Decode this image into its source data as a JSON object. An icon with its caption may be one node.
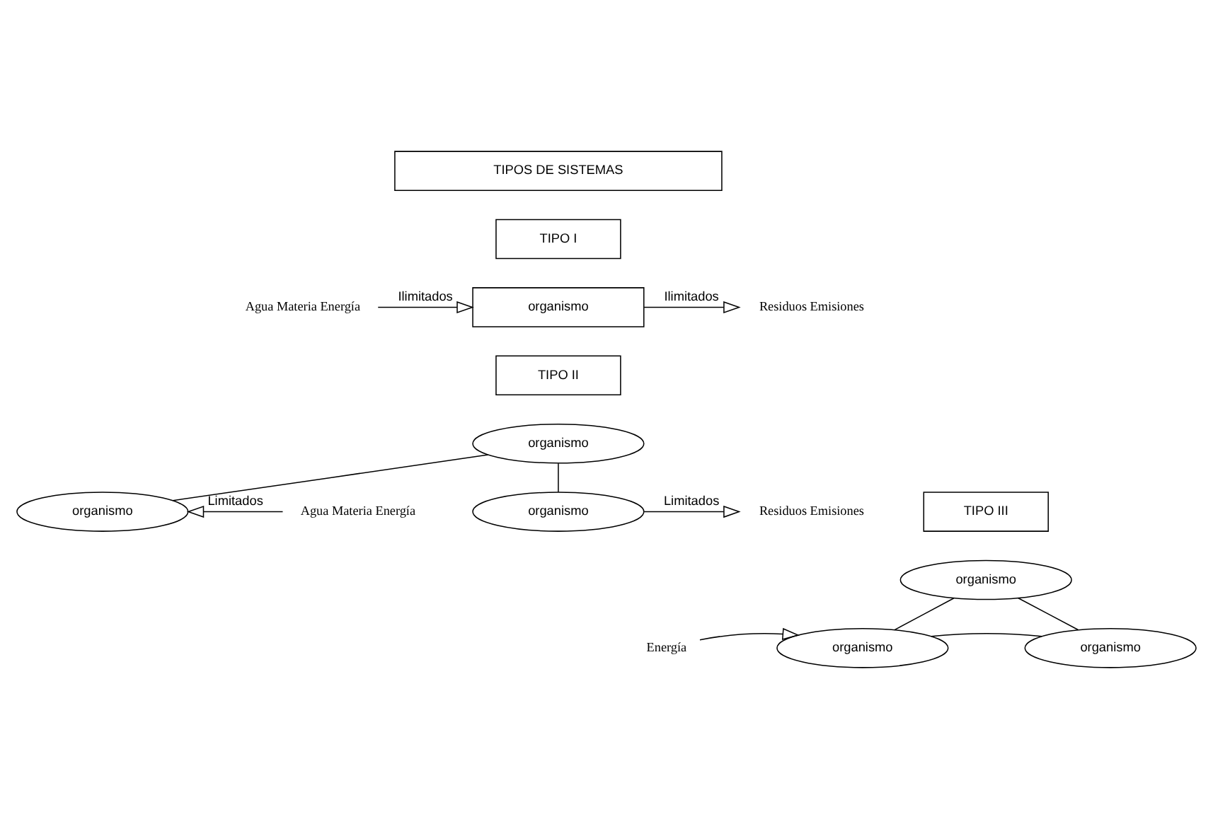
{
  "diagram": {
    "nodes": [
      {
        "text": [
          "TIPOS DE SISTEMAS"
        ]
      },
      {
        "text": [
          "TIPO I"
        ]
      },
      {
        "text": [
          "Agua Materia Energía"
        ]
      },
      {
        "text": [
          "organismo"
        ]
      },
      {
        "text": [
          "Residuos Emisiones"
        ]
      },
      {
        "text": [
          "TIPO II"
        ]
      },
      {
        "text": [
          "Agua Materia Energía"
        ]
      },
      {
        "text": [
          "organismo"
        ]
      },
      {
        "text": [
          "organismo"
        ]
      },
      {
        "text": [
          "organismo"
        ]
      },
      {
        "text": [
          "Residuos Emisiones"
        ]
      },
      {
        "text": [
          "TIPO III"
        ]
      },
      {
        "text": [
          "Energía"
        ]
      },
      {
        "text": [
          "organismo"
        ]
      },
      {
        "text": [
          "organismo"
        ]
      },
      {
        "text": [
          "organismo"
        ]
      }
    ],
    "edges": [
      {
        "from": 2,
        "to": 3,
        "arrow": "to",
        "label": "Ilimitados"
      },
      {
        "from": 3,
        "to": 4,
        "arrow": "to",
        "label": "Ilimitados"
      },
      {
        "from": 6,
        "to": 8,
        "arrow": "to",
        "label": "Limitados"
      },
      {
        "from": 7,
        "to": 8,
        "arrow": "none"
      },
      {
        "from": 7,
        "to": 9,
        "arrow": "none"
      },
      {
        "from": 9,
        "to": 10,
        "arrow": "to",
        "label": "Limitados"
      },
      {
        "from": 12,
        "to": 14,
        "arrow": "to"
      },
      {
        "from": 13,
        "to": 14,
        "arrow": "none"
      },
      {
        "from": 13,
        "to": 15,
        "arrow": "none"
      },
      {
        "from": 14,
        "to": 15,
        "arrow": "none"
      }
    ]
  }
}
